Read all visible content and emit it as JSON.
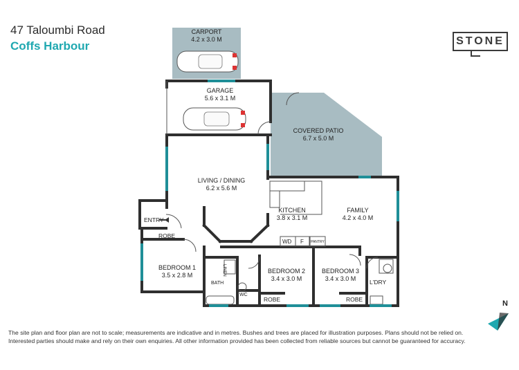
{
  "header": {
    "address_line1": "47 Taloumbi Road",
    "address_line2": "Coffs Harbour",
    "logo_text": "STONE",
    "accent_color": "#1fa8b0"
  },
  "rooms": {
    "carport": {
      "name": "CARPORT",
      "size": "4.2 x 3.0 M"
    },
    "garage": {
      "name": "GARAGE",
      "size": "5.6 x 3.1 M"
    },
    "covered_patio": {
      "name": "COVERED PATIO",
      "size": "6.7 x 5.0 M"
    },
    "living_dining": {
      "name": "LIVING / DINING",
      "size": "6.2 x 5.6 M"
    },
    "kitchen": {
      "name": "KITCHEN",
      "size": "3.8 x 3.1 M"
    },
    "family": {
      "name": "FAMILY",
      "size": "4.2 x 4.0 M"
    },
    "bedroom1": {
      "name": "BEDROOM 1",
      "size": "3.5 x 2.8 M"
    },
    "bedroom2": {
      "name": "BEDROOM 2",
      "size": "3.4 x 3.0 M"
    },
    "bedroom3": {
      "name": "BEDROOM 3",
      "size": "3.4 x 3.0 M"
    }
  },
  "labels": {
    "entry": "ENTRY",
    "robe": "ROBE",
    "bath": "BATH",
    "wc": "WC",
    "linen": "LINEN",
    "laundry": "L'DRY",
    "wd": "WD",
    "fridge": "F",
    "pantry": "PANTRY"
  },
  "compass": {
    "label": "N"
  },
  "disclaimer": {
    "line1": "The site plan and floor plan are not to scale; measurements are indicative and in metres. Bushes and trees are placed for illustration purposes. Plans should not be relied on.",
    "line2": "Interested parties should make and rely on their own enquiries. All other information provided has been collected from reliable sources but cannot be guaranteed for accuracy."
  },
  "colors": {
    "wall": "#2f2f2f",
    "window": "#1f8f98",
    "patio": "#a8bcc2",
    "carport": "#a8bcc2"
  }
}
